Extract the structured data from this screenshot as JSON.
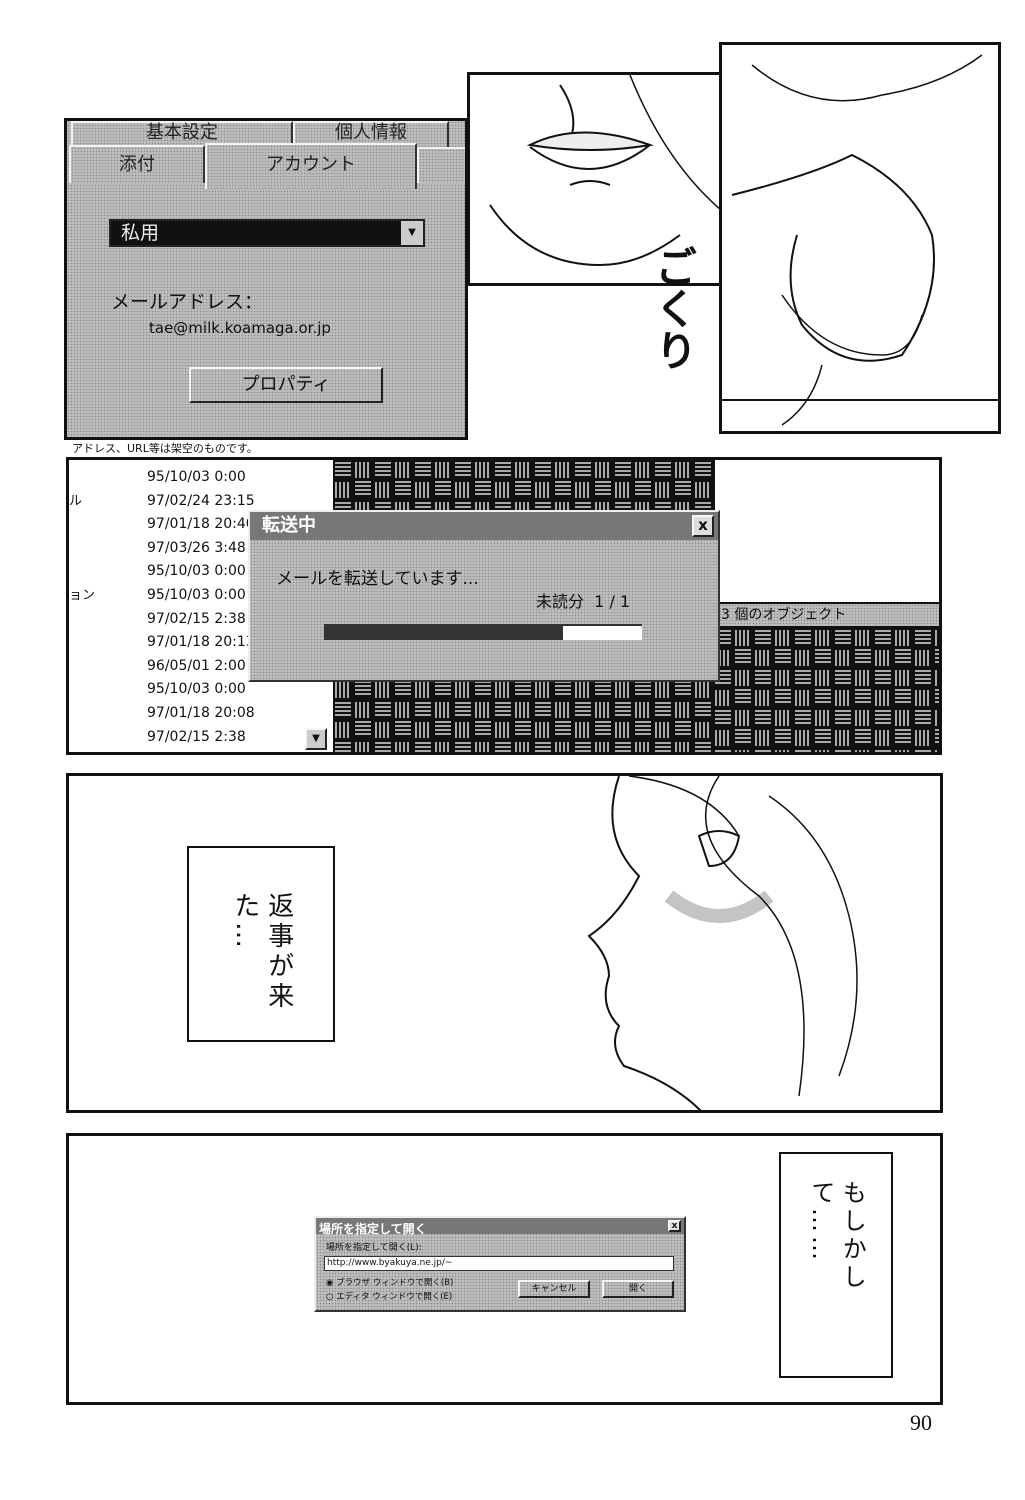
{
  "settings_dialog": {
    "tabs_back": [
      "基本設定",
      "個人情報"
    ],
    "tabs_front": [
      "添付",
      "アカウント"
    ],
    "account_select": "私用",
    "email_label": "メールアドレス：",
    "email_value": "tae@milk.koamaga.or.jp",
    "properties_button": "プロパティ"
  },
  "sfx": "ごくり",
  "disclaimer": "アドレス、URL等は架空のものです。",
  "mail_list": {
    "name_fragments": [
      "ル",
      "ョン"
    ],
    "dates": [
      "95/10/03 0:00",
      "97/02/24 23:15",
      "97/01/18 20:40",
      "97/03/26 3:48",
      "95/10/03 0:00",
      "95/10/03 0:00",
      "97/02/15 2:38",
      "97/01/18 20:13",
      "96/05/01 2:00",
      "95/10/03 0:00",
      "97/01/18 20:08",
      "97/02/15 2:38"
    ]
  },
  "status_bar": "3 個のオブジェクト",
  "transfer_dialog": {
    "title": "転送中",
    "close": "x",
    "message": "メールを転送しています...",
    "unread": "未読分  1 / 1",
    "progress": 0.75
  },
  "caption_reply": "返事が来た…",
  "open_dialog": {
    "title": "場所を指定して開く",
    "close": "x",
    "label": "場所を指定して開く(L):",
    "url": "http://www.byakuya.ne.jp/~",
    "radio_browser": "ブラウザ ウィンドウで開く(B)",
    "radio_editor": "エディタ ウィンドウで開く(E)",
    "cancel": "キャンセル",
    "open": "開く"
  },
  "caption_maybe": "もしかして……",
  "page_number": "90"
}
